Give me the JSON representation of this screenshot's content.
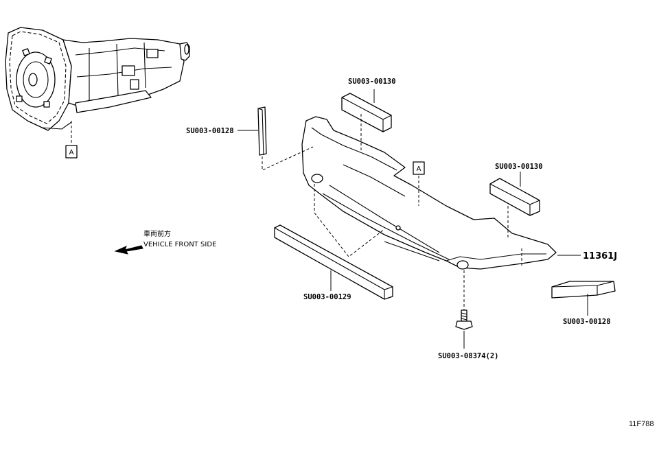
{
  "callouts": {
    "pad_top_left": "SU003-00130",
    "pad_top_right": "SU003-00130",
    "strip_left": "SU003-00128",
    "strip_bottom": "SU003-00129",
    "strip_right": "SU003-00128",
    "bolt": "SU003-08374(2)",
    "main_part": "11361J"
  },
  "ref_marks": {
    "transmission": "A",
    "cover": "A"
  },
  "direction": {
    "japanese": "車両前方",
    "english": "VEHICLE FRONT SIDE"
  },
  "figure_code": "11F788",
  "icons": {
    "arrow": "front-arrow-icon",
    "transmission": "transmission-icon",
    "bolt": "bolt-icon"
  }
}
